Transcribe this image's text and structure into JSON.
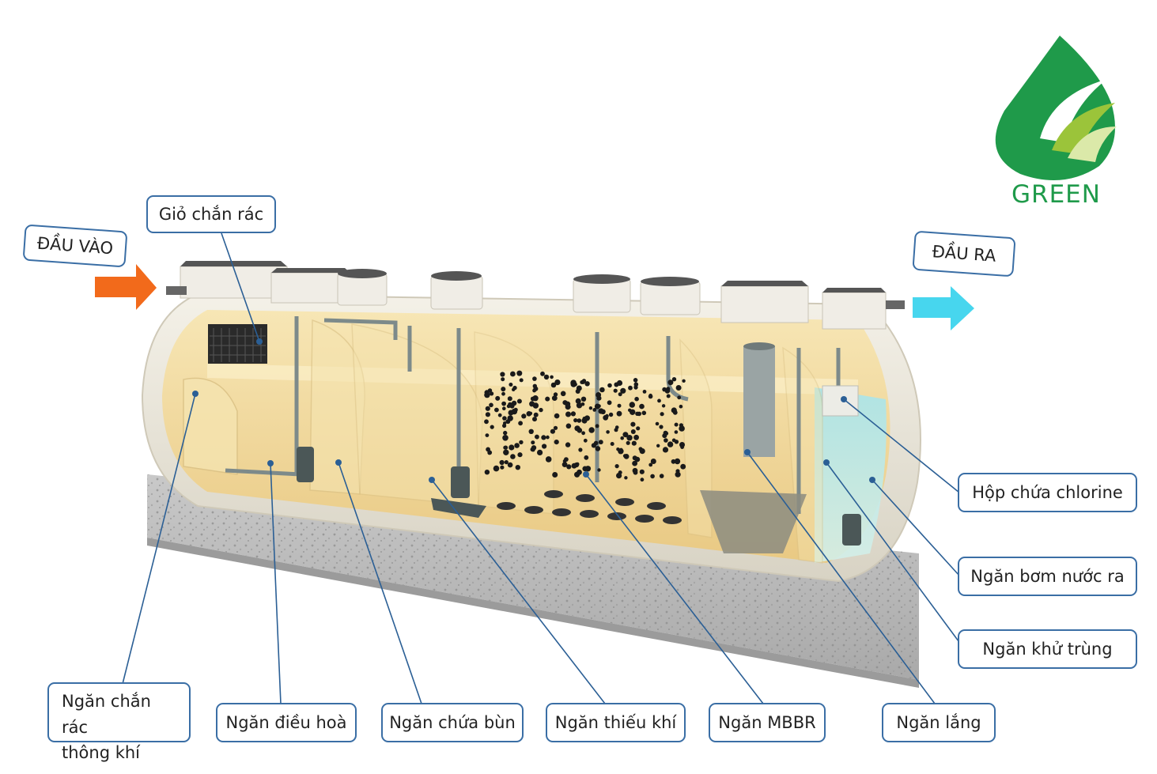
{
  "labels": {
    "inlet": "ĐẦU VÀO",
    "outlet": "ĐẦU RA",
    "trash_basket": "Giỏ chắn rác",
    "screen_aeration_line1": "Ngăn chắn rác",
    "screen_aeration_line2": "thông khí",
    "equalization": "Ngăn điều hoà",
    "sludge": "Ngăn chứa bùn",
    "anoxic": "Ngăn thiếu khí",
    "mbbr": "Ngăn MBBR",
    "settling": "Ngăn lắng",
    "disinfection": "Ngăn khử trùng",
    "outlet_pump": "Ngăn bơm nước ra",
    "chlorine_box": "Hộp chứa chlorine"
  },
  "logo": {
    "text": "GREEN"
  },
  "colors": {
    "callout_border": "#3a6ea5",
    "leader_line": "#2b5f95",
    "inlet_arrow": "#f26a1b",
    "outlet_arrow": "#47d6ee",
    "logo_green": "#1f9a4a",
    "logo_lime": "#9bc43a",
    "tank_shell": "#ece8dc",
    "liquid": "#f1d89a",
    "disinfection_water": "#bfe6e3"
  },
  "icons": {
    "inlet": "arrow-right-icon",
    "outlet": "arrow-right-icon",
    "logo": "leaf-drop-logo"
  }
}
